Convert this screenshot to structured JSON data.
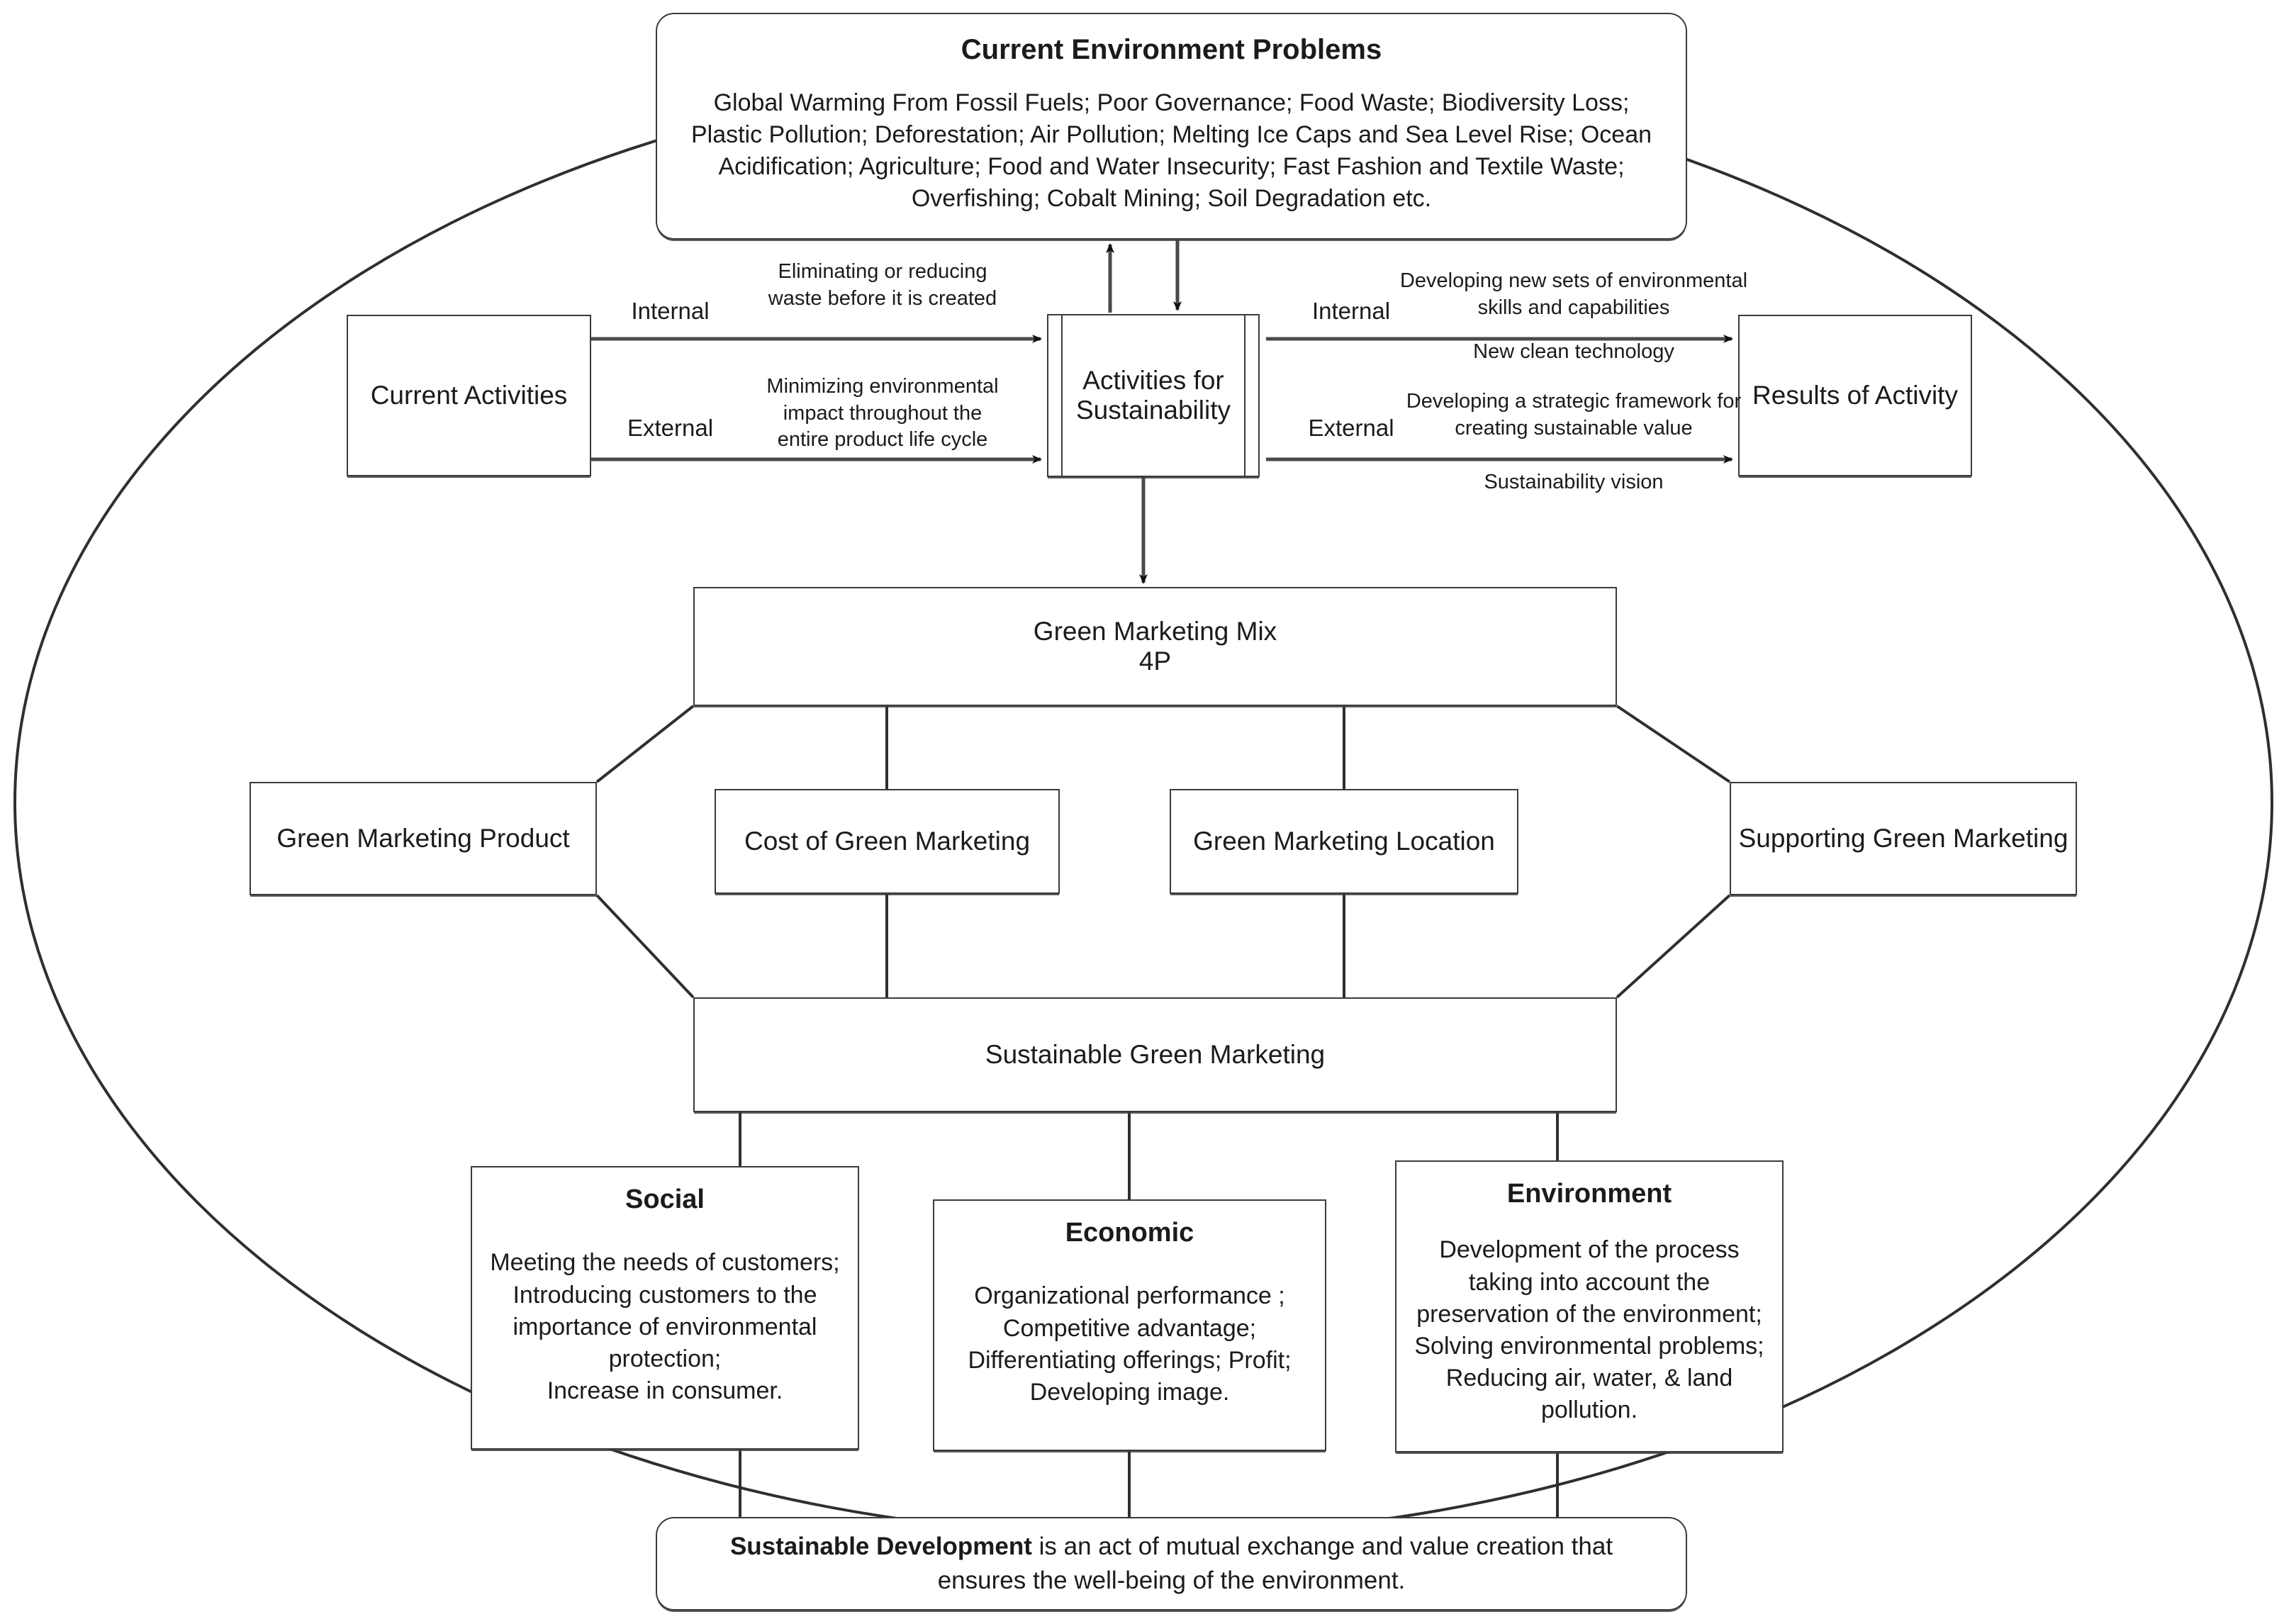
{
  "diagram": {
    "title": "Sustainable Green Marketing Framework",
    "container_shape": "ellipse",
    "line_color": "#3b3b3b",
    "text_color": "#1b1b1b",
    "background": "#ffffff"
  },
  "nodes": {
    "current_problems": {
      "title": "Current Environment Problems",
      "body": "Global Warming From Fossil Fuels; Poor Governance; Food Waste; Biodiversity Loss; Plastic Pollution; Deforestation; Air Pollution; Melting Ice Caps and Sea Level Rise; Ocean Acidification; Agriculture; Food and Water Insecurity; Fast Fashion and Textile Waste; Overfishing; Cobalt Mining; Soil Degradation etc."
    },
    "current_activities": {
      "label": "Current Activities"
    },
    "activities_sustainability": {
      "label": "Activities for Sustainability"
    },
    "results_activity": {
      "label": "Results of Activity"
    },
    "green_marketing_mix": {
      "label": "Green Marketing Mix\n4P"
    },
    "green_product": {
      "label": "Green Marketing Product"
    },
    "cost_green": {
      "label": "Cost of Green Marketing"
    },
    "green_location": {
      "label": "Green Marketing Location"
    },
    "supporting_green": {
      "label": "Supporting Green Marketing"
    },
    "sustainable_green_marketing": {
      "label": "Sustainable Green Marketing"
    },
    "social": {
      "title": "Social",
      "body": "Meeting the needs of customers; Introducing customers to the importance of environmental protection;\nIncrease in consumer."
    },
    "economic": {
      "title": "Economic",
      "body": "Organizational performance ; Competitive advantage; Differentiating offerings; Profit; Developing image."
    },
    "environment": {
      "title": "Environment",
      "body": "Development of the process taking into account the preservation of the environment; Solving environmental problems; Reducing air, water, & land pollution."
    },
    "sustainable_development": {
      "lead": "Sustainable Development",
      "rest": " is an act of mutual exchange and value creation that ensures the well-being of the environment."
    }
  },
  "edge_labels": {
    "internal_left": "Internal",
    "external_left": "External",
    "internal_right": "Internal",
    "external_right": "External",
    "eliminating_waste": "Eliminating or reducing\nwaste before it is created",
    "minimizing_impact": "Minimizing environmental\nimpact throughout the\nentire product life cycle",
    "developing_skills": "Developing new sets of environmental\nskills and capabilities",
    "new_clean_technology": "New clean technology",
    "strategic_framework": "Developing a strategic framework for\ncreating sustainable value",
    "sustainability_vision": "Sustainability vision"
  }
}
